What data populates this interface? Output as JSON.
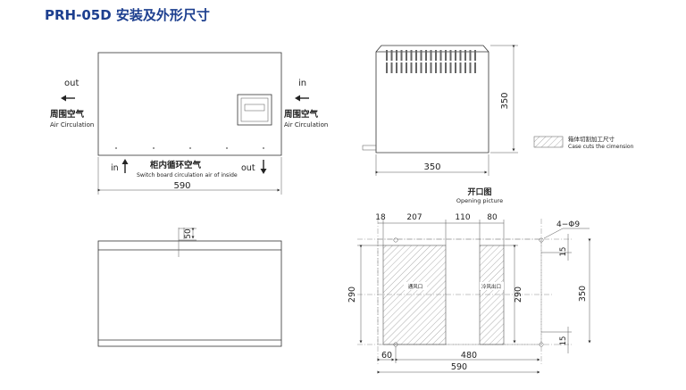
{
  "title": "PRH-05D 安装及外形尺寸",
  "front_view": {
    "out_label": "out",
    "in_label": "in",
    "left_cn": "周围空气",
    "left_en": "Air Circulation",
    "right_cn": "周围空气",
    "right_en": "Air Circulation",
    "inside_in": "in",
    "inside_out": "out",
    "inside_cn": "柜内循环空气",
    "inside_en": "Switch board circulation air of inside",
    "width_dim": "590"
  },
  "side_view": {
    "height_dim": "350",
    "width_dim": "350"
  },
  "top_view": {
    "offset_dim": "50"
  },
  "legend": {
    "cn": "箱体切割加工尺寸",
    "en": "Case cuts the cimension"
  },
  "opening": {
    "title_cn": "开口图",
    "title_en": "Opening picture",
    "top_dims": [
      "18",
      "207",
      "110",
      "80"
    ],
    "hole_label": "4−Φ9",
    "left_height": "290",
    "inner_height": "290",
    "right_height": "350",
    "top_offset": "15",
    "bottom_offset": "15",
    "hot_vent": "通风口",
    "cold_vent": "冷风出口",
    "bottom_left": "60",
    "bottom_mid": "480",
    "bottom_total": "590"
  },
  "colors": {
    "title": "#1d3f8f",
    "lines": "#333333"
  }
}
